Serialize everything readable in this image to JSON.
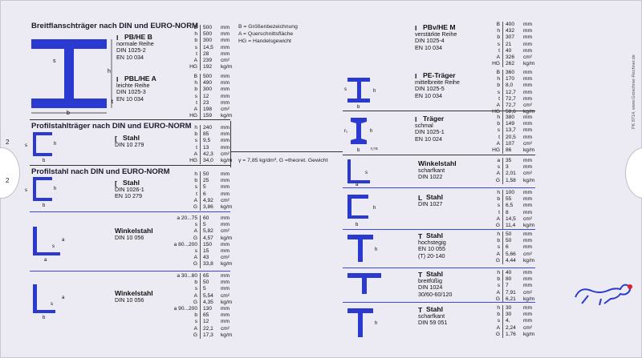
{
  "colors": {
    "profile": "#2a3ad0",
    "line": "#3a4bd8",
    "card": "#ecebf3"
  },
  "sections": {
    "flange": "Breitflanschträger nach DIN und EURO-NORM",
    "profile_steel": "Profilstahlträger nach DIN und EURO-NORM",
    "profile_steel2": "Profilstahl nach DIN und EURO-NORM"
  },
  "legend": {
    "b": "B  = Größenbezeichnung",
    "a": "A  = Querschnittsfläche",
    "hg": "HG = Handelsgewicht",
    "gamma": "γ = 7,85 kg/dm³, G =theoret. Gewicht"
  },
  "edge_marks": [
    "2",
    "2"
  ],
  "side_text": "PK 8714, www.Groschner-Rechner.de",
  "blocks": {
    "pbhe_b": {
      "name": "PB/HE B",
      "lines": [
        "normale Reihe",
        "DIN 1025-2",
        "EN 10 034"
      ],
      "rows": [
        [
          "B",
          "500",
          "mm"
        ],
        [
          "h",
          "500",
          "mm"
        ],
        [
          "b",
          "300",
          "mm"
        ],
        [
          "s",
          "14,5",
          "mm"
        ],
        [
          "t",
          "28",
          "mm"
        ],
        [
          "A",
          "239",
          "cm²"
        ],
        [
          "HG",
          "192",
          "kg/m"
        ]
      ]
    },
    "pblhe_a": {
      "name": "PBL/HE A",
      "lines": [
        "leichte Reihe",
        "DIN 1025-3",
        "EN 10 034"
      ],
      "rows": [
        [
          "B",
          "500",
          "mm"
        ],
        [
          "h",
          "490",
          "mm"
        ],
        [
          "b",
          "300",
          "mm"
        ],
        [
          "s",
          "12",
          "mm"
        ],
        [
          "t",
          "23",
          "mm"
        ],
        [
          "A",
          "198",
          "cm²"
        ],
        [
          "HG",
          "159",
          "kg/m"
        ]
      ]
    },
    "stahl_u": {
      "name": "Stahl",
      "lines": [
        "DIN 10 279"
      ],
      "rows": [
        [
          "h",
          "240",
          "mm"
        ],
        [
          "b",
          "85",
          "mm"
        ],
        [
          "s",
          "9,5",
          "mm"
        ],
        [
          "t",
          "13",
          "mm"
        ],
        [
          "A",
          "42,3",
          "cm²"
        ],
        [
          "HG",
          "34,0",
          "kg/m"
        ]
      ]
    },
    "stahl_u2": {
      "name": "Stahl",
      "lines": [
        "DIN 1026-1",
        "EN 10 279"
      ],
      "rows": [
        [
          "h",
          "50",
          "mm"
        ],
        [
          "b",
          "25",
          "mm"
        ],
        [
          "s",
          "5",
          "mm"
        ],
        [
          "t",
          "6",
          "mm"
        ],
        [
          "A",
          "4,92",
          "cm²"
        ],
        [
          "G",
          "3,86",
          "kg/m"
        ]
      ]
    },
    "winkel1": {
      "name": "Winkelstahl",
      "lines": [
        "DIN 10 056"
      ],
      "rows": [
        [
          "a 20...75",
          "60",
          "mm"
        ],
        [
          "s",
          "5",
          "mm"
        ],
        [
          "A",
          "5,82",
          "cm²"
        ],
        [
          "G",
          "4,57",
          "kg/m"
        ],
        [
          "a 80...200",
          "150",
          "mm"
        ],
        [
          "s",
          "15",
          "mm"
        ],
        [
          "A",
          "43",
          "cm²"
        ],
        [
          "G",
          "33,8",
          "kg/m"
        ]
      ]
    },
    "winkel2": {
      "name": "Winkelstahl",
      "lines": [
        "DIN 10 056"
      ],
      "rows": [
        [
          "a 30...80",
          "65",
          "mm"
        ],
        [
          "b",
          "50",
          "mm"
        ],
        [
          "s",
          "5",
          "mm"
        ],
        [
          "A",
          "5,54",
          "cm²"
        ],
        [
          "G",
          "4,35",
          "kg/m"
        ],
        [
          "a 90...200",
          "130",
          "mm"
        ],
        [
          "b",
          "65",
          "mm"
        ],
        [
          "s",
          "12",
          "mm"
        ],
        [
          "A",
          "22,1",
          "cm²"
        ],
        [
          "G",
          "17,3",
          "kg/m"
        ]
      ]
    },
    "pbvhe_m": {
      "name": "PBv/HE M",
      "lines": [
        "verstärkte Reihe",
        "DIN 1025-4",
        "EN 10 034"
      ],
      "rows": [
        [
          "B",
          "400",
          "mm"
        ],
        [
          "h",
          "432",
          "mm"
        ],
        [
          "b",
          "307",
          "mm"
        ],
        [
          "s",
          "21",
          "mm"
        ],
        [
          "t",
          "40",
          "mm"
        ],
        [
          "A",
          "326",
          "cm²"
        ],
        [
          "HG",
          "262",
          "kg/m"
        ]
      ]
    },
    "pe": {
      "name": "PE-Träger",
      "lines": [
        "mittelbreite Reihe",
        "DIN 1025-5",
        "EN 10 034"
      ],
      "rows": [
        [
          "B",
          "360",
          "mm"
        ],
        [
          "h",
          "170",
          "mm"
        ],
        [
          "b",
          "8,0",
          "mm"
        ],
        [
          "s",
          "12,7",
          "mm"
        ],
        [
          "t",
          "72,7",
          "mm"
        ],
        [
          "A",
          "72,7",
          "cm²"
        ],
        [
          "HG",
          "58,6",
          "kg/m"
        ]
      ]
    },
    "traeger": {
      "name": "Träger",
      "lines": [
        "schmal",
        "DIN 1025-1",
        "EN 10 024"
      ],
      "rows": [
        [
          "h",
          "380",
          "mm"
        ],
        [
          "b",
          "149",
          "mm"
        ],
        [
          "s",
          "13,7",
          "mm"
        ],
        [
          "t",
          "20,5",
          "mm"
        ],
        [
          "A",
          "107",
          "cm²"
        ],
        [
          "HG",
          "86",
          "kg/m"
        ]
      ]
    },
    "winkel_sk": {
      "name": "Winkelstahl",
      "lines": [
        "scharfkant",
        "DIN 1022"
      ],
      "rows": [
        [
          "a",
          "35",
          "mm"
        ],
        [
          "s",
          "3",
          "mm"
        ],
        [
          "A",
          "2,01",
          "cm²"
        ],
        [
          "G",
          "1,58",
          "kg/m"
        ]
      ]
    },
    "l_stahl": {
      "name": "Stahl",
      "lines": [
        "DIN 1027"
      ],
      "rows": [
        [
          "h",
          "100",
          "mm"
        ],
        [
          "b",
          "55",
          "mm"
        ],
        [
          "s",
          "6,5",
          "mm"
        ],
        [
          "t",
          "8",
          "mm"
        ],
        [
          "A",
          "14,5",
          "cm²"
        ],
        [
          "G",
          "11,4",
          "kg/m"
        ]
      ]
    },
    "t_hoch": {
      "name": "Stahl",
      "lines": [
        "hochstegig",
        "EN 10 055",
        "(T) 20-140"
      ],
      "rows": [
        [
          "h",
          "50",
          "mm"
        ],
        [
          "b",
          "50",
          "mm"
        ],
        [
          "s",
          "6",
          "mm"
        ],
        [
          "A",
          "5,66",
          "cm²"
        ],
        [
          "G",
          "4,44",
          "kg/m"
        ]
      ]
    },
    "t_breit": {
      "name": "Stahl",
      "lines": [
        "breitfüßig",
        "DIN 1024",
        "30/60-60/120"
      ],
      "rows": [
        [
          "h",
          "40",
          "mm"
        ],
        [
          "b",
          "80",
          "mm"
        ],
        [
          "s",
          "7",
          "mm"
        ],
        [
          "A",
          "7,91",
          "cm²"
        ],
        [
          "G",
          "6,21",
          "kg/m"
        ]
      ]
    },
    "t_sk": {
      "name": "Stahl",
      "lines": [
        "scharfkant",
        "DIN 59 051"
      ],
      "rows": [
        [
          "h",
          "30",
          "mm"
        ],
        [
          "b",
          "30",
          "mm"
        ],
        [
          "s",
          "4,",
          "mm"
        ],
        [
          "A",
          "2,24",
          "cm²"
        ],
        [
          "G",
          "1,76",
          "kg/m"
        ]
      ]
    }
  },
  "dims": {
    "s": "s",
    "h": "h",
    "b": "b",
    "t": "t",
    "a": "a",
    "r1": "r₁",
    "r1s": "r₁≈s"
  }
}
